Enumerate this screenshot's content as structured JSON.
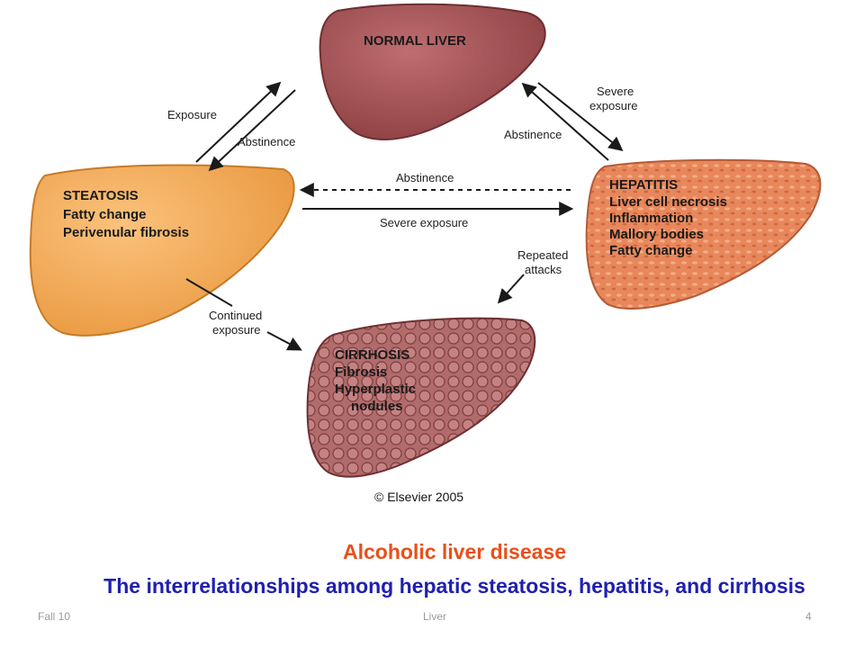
{
  "organs": {
    "normal": {
      "title": "NORMAL LIVER",
      "lines": [],
      "color": "#a85558"
    },
    "steatosis": {
      "title": "STEATOSIS",
      "lines": [
        "Fatty change",
        "Perivenular fibrosis"
      ],
      "color": "#f5ac5a"
    },
    "hepatitis": {
      "title": "HEPATITIS",
      "lines": [
        "Liver cell necrosis",
        "Inflammation",
        "Mallory bodies",
        "Fatty change"
      ],
      "color": "#e8875b"
    },
    "cirrhosis": {
      "title": "CIRRHOSIS",
      "lines": [
        "Fibrosis",
        "Hyperplastic",
        "nodules"
      ],
      "color": "#b16b6b"
    }
  },
  "arrows": {
    "exposure": "Exposure",
    "abstinence_left": "Abstinence",
    "severe_exposure_top": [
      "Severe",
      "exposure"
    ],
    "abstinence_right": "Abstinence",
    "abstinence_middle": "Abstinence",
    "severe_exposure_middle": "Severe exposure",
    "repeated_attacks": [
      "Repeated",
      "attacks"
    ],
    "continued_exposure": [
      "Continued",
      "exposure"
    ]
  },
  "copyright": "© Elsevier 2005",
  "caption": {
    "title": "Alcoholic liver disease",
    "subtitle": "The interrelationships among hepatic steatosis, hepatitis, and cirrhosis"
  },
  "footer": {
    "left": "Fall 10",
    "center": "Liver",
    "right": "4"
  }
}
